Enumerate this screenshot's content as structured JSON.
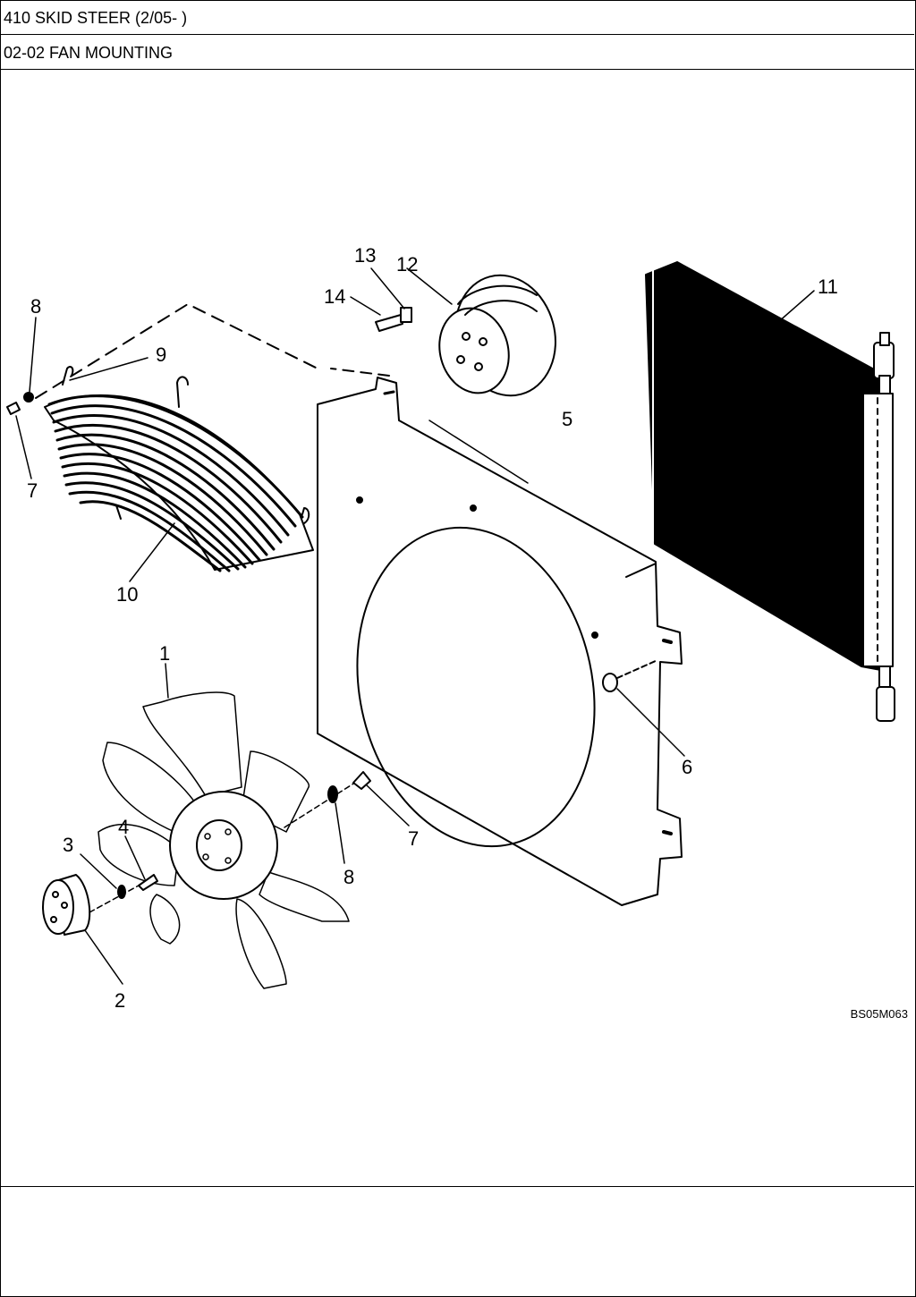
{
  "header": {
    "model": "410 SKID STEER (2/05- )",
    "section": "02-02 FAN MOUNTING"
  },
  "callouts": {
    "c1": "1",
    "c2": "2",
    "c3": "3",
    "c4": "4",
    "c5": "5",
    "c6": "6",
    "c7a": "7",
    "c7b": "7",
    "c8a": "8",
    "c8b": "8",
    "c9": "9",
    "c10": "10",
    "c11": "11",
    "c12": "12",
    "c13": "13",
    "c14": "14"
  },
  "figure_code": "BS05M063"
}
